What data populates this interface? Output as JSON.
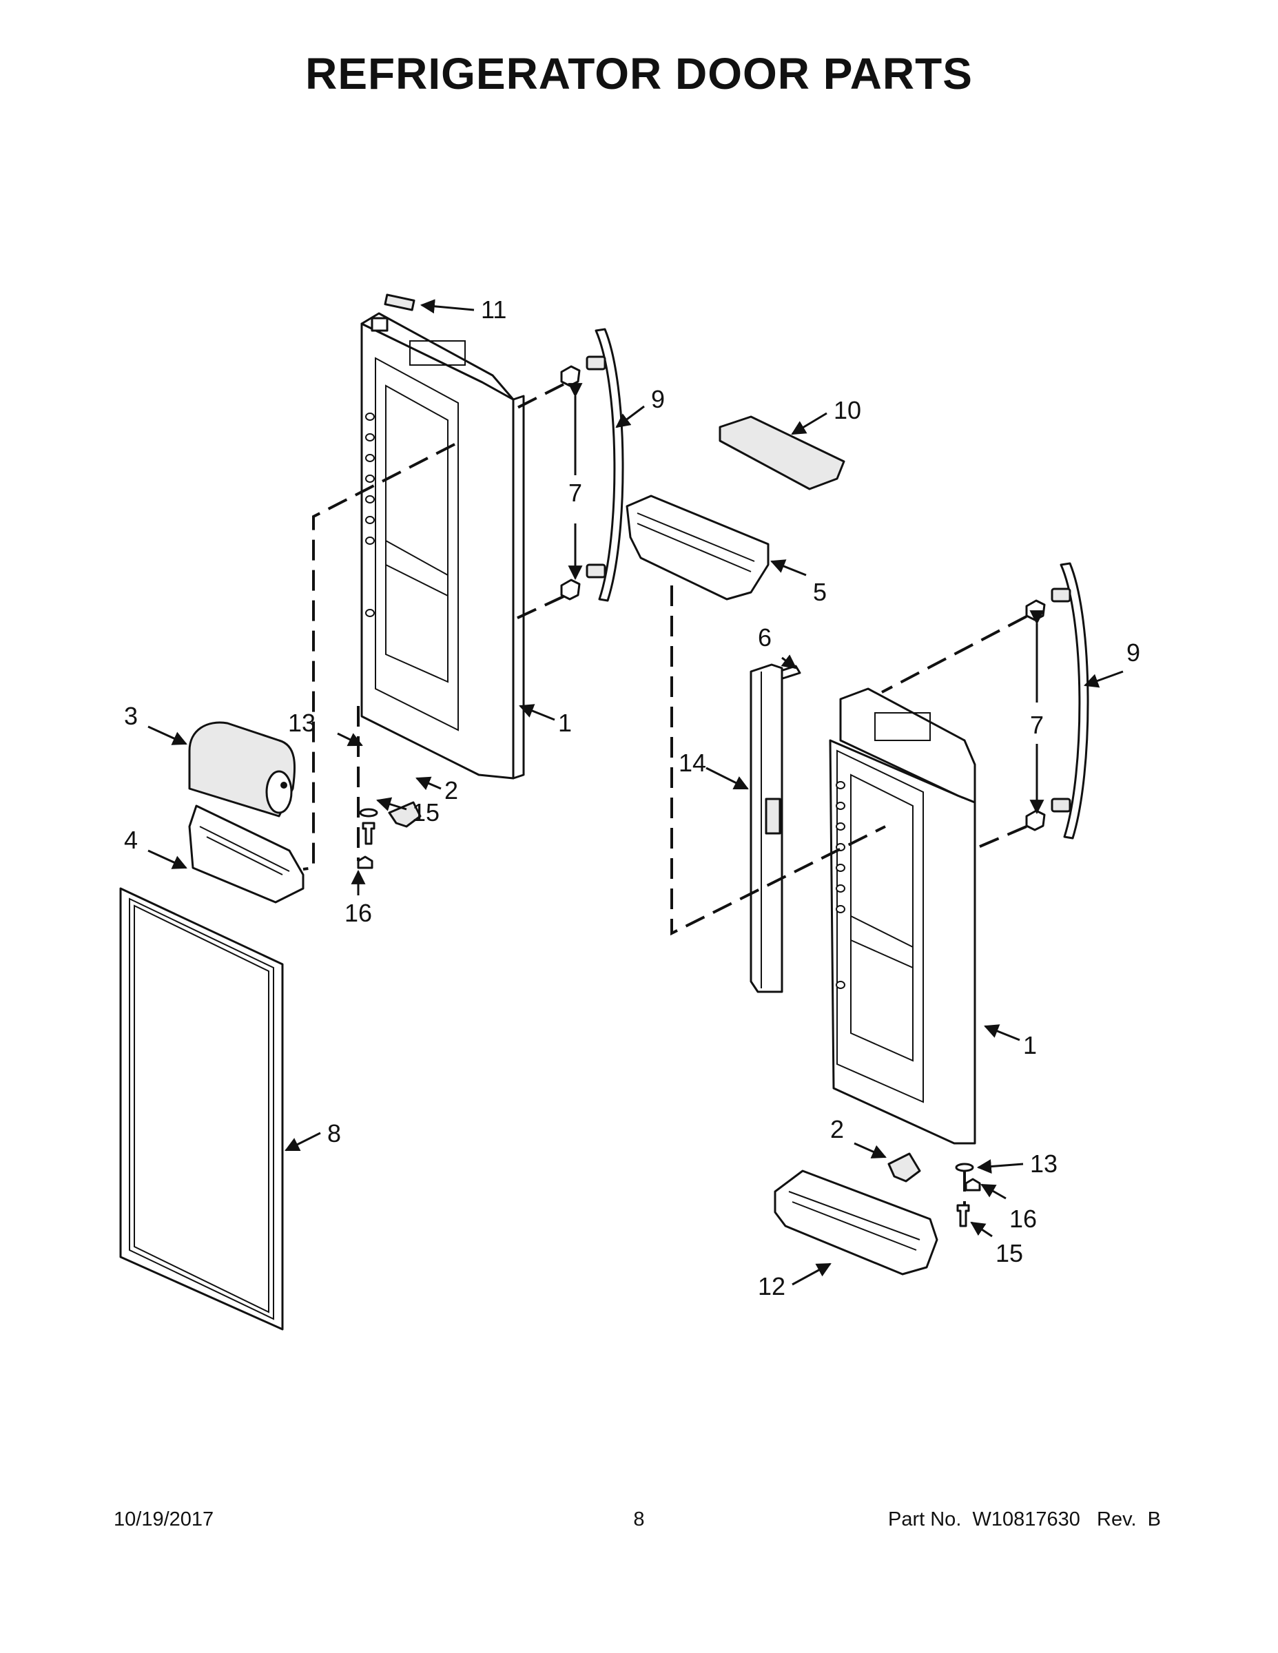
{
  "title": "REFRIGERATOR DOOR PARTS",
  "callouts": {
    "left_door": "1",
    "right_door": "1",
    "left_clip": "2",
    "right_clip": "2",
    "cover": "3",
    "bin_4": "4",
    "bin_5": "5",
    "screw_6": "6",
    "left_plugs": "7",
    "right_plugs": "7",
    "gasket": "8",
    "left_handle": "9",
    "right_handle": "9",
    "lid": "10",
    "top_cap": "11",
    "bin_12": "12",
    "left_washer": "13",
    "right_washer": "13",
    "strip": "14",
    "left_bolt": "15",
    "right_bolt": "15",
    "left_bushing": "16",
    "right_bushing": "16"
  },
  "footer": {
    "date": "10/19/2017",
    "page": "8",
    "part_no": "Part No.  W10817630   Rev.  B"
  }
}
